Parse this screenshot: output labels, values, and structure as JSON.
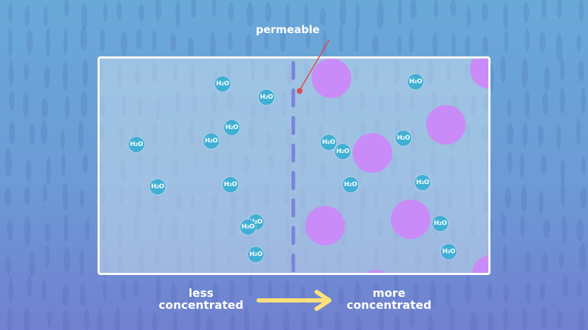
{
  "labels": {
    "membrane": "permeable",
    "left_line1": "less",
    "left_line2": "concentrated",
    "right_line1": "more",
    "right_line2": "concentrated"
  },
  "molecule": {
    "main": "H",
    "sub": "2",
    "end": "O"
  },
  "colors": {
    "background_top": "#69a9d8",
    "background_bottom": "#7180d0",
    "water": "#3fb0d3",
    "solute": "#c98bf7",
    "membrane": "#7a82d8",
    "pointer": "#e04a4a",
    "arrow": "#ffe07a"
  },
  "icons": [
    "water-molecule-icon",
    "solute-particle-icon",
    "arrow-right-icon"
  ]
}
